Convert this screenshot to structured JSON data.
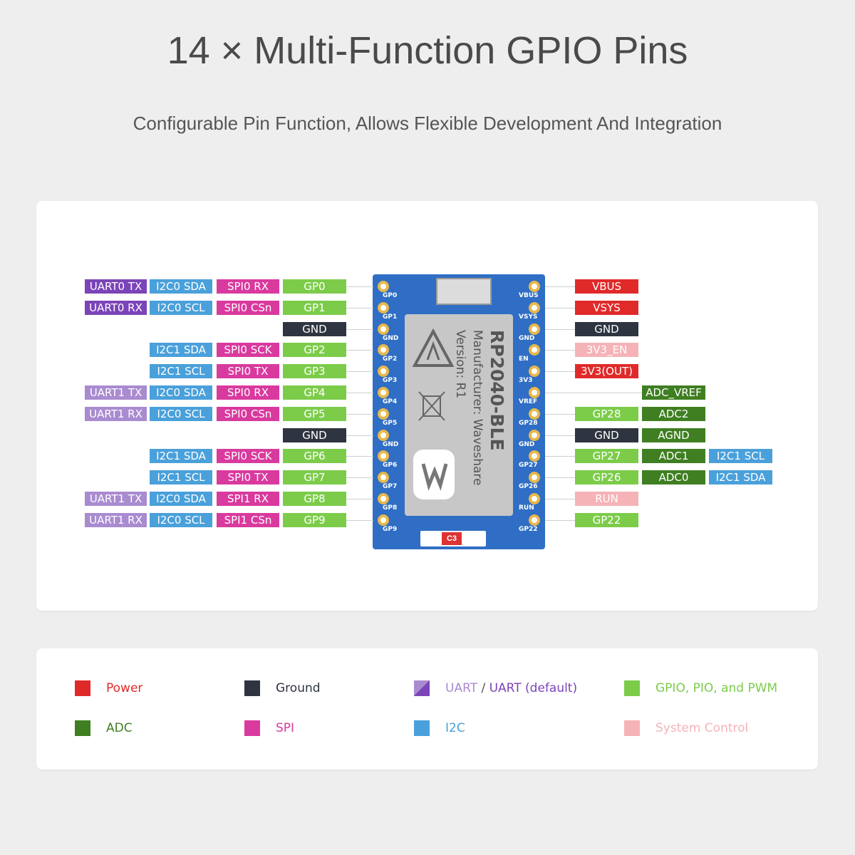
{
  "headline": "14 × Multi-Function GPIO Pins",
  "subline": "Configurable Pin Function, Allows Flexible Development And Integration",
  "colors": {
    "power": "#e02a2a",
    "ground": "#2e3440",
    "uart": "#7b44b8",
    "uart_default": "#a98bd0",
    "gpio": "#7ccc4a",
    "adc": "#3f7f22",
    "spi": "#d93a9e",
    "i2c": "#4aa0da",
    "system": "#f5b3b8"
  },
  "left_pins": [
    {
      "uart": "UART0 TX",
      "i2c": "I2C0 SDA",
      "spi": "SPI0 RX",
      "gpio": "GP0"
    },
    {
      "uart": "UART0 RX",
      "i2c": "I2C0 SCL",
      "spi": "SPI0 CSn",
      "gpio": "GP1"
    },
    {
      "gpio": "GND"
    },
    {
      "i2c": "I2C1 SDA",
      "spi": "SPI0 SCK",
      "gpio": "GP2"
    },
    {
      "i2c": "I2C1 SCL",
      "spi": "SPI0 TX",
      "gpio": "GP3"
    },
    {
      "uart": "UART1 TX",
      "i2c": "I2C0 SDA",
      "spi": "SPI0 RX",
      "gpio": "GP4"
    },
    {
      "uart": "UART1 RX",
      "i2c": "I2C0 SCL",
      "spi": "SPI0 CSn",
      "gpio": "GP5"
    },
    {
      "gpio": "GND"
    },
    {
      "i2c": "I2C1 SDA",
      "spi": "SPI0 SCK",
      "gpio": "GP6"
    },
    {
      "i2c": "I2C1 SCL",
      "spi": "SPI0 TX",
      "gpio": "GP7"
    },
    {
      "uart": "UART1 TX",
      "i2c": "I2C0 SDA",
      "spi": "SPI1 RX",
      "gpio": "GP8"
    },
    {
      "uart": "UART1 RX",
      "i2c": "I2C0 SCL",
      "spi": "SPI1 CSn",
      "gpio": "GP9"
    }
  ],
  "right_pins": [
    {
      "main": "VBUS",
      "kind": "power"
    },
    {
      "main": "VSYS",
      "kind": "power"
    },
    {
      "main": "GND",
      "kind": "ground"
    },
    {
      "main": "3V3_EN",
      "kind": "system"
    },
    {
      "main": "3V3(OUT)",
      "kind": "power"
    },
    {
      "adc": "ADC_VREF"
    },
    {
      "main": "GP28",
      "kind": "gpio",
      "adc": "ADC2"
    },
    {
      "main": "GND",
      "kind": "ground",
      "adc": "AGND"
    },
    {
      "main": "GP27",
      "kind": "gpio",
      "adc": "ADC1",
      "i2c": "I2C1 SCL"
    },
    {
      "main": "GP26",
      "kind": "gpio",
      "adc": "ADC0",
      "i2c": "I2C1 SDA"
    },
    {
      "main": "RUN",
      "kind": "system"
    },
    {
      "main": "GP22",
      "kind": "gpio"
    }
  ],
  "board": {
    "name": "RP2040-BLE",
    "manufacturer": "Manufacturer: Waveshare",
    "version": "Version: R1",
    "cap": "C3",
    "left_silk": [
      "GP0",
      "GP1",
      "GND",
      "GP2",
      "GP3",
      "GP4",
      "GP5",
      "GND",
      "GP6",
      "GP7",
      "GP8",
      "GP9"
    ],
    "right_silk": [
      "VBUS",
      "VSYS",
      "GND",
      "EN",
      "3V3",
      "VREF",
      "GP28",
      "GND",
      "GP27",
      "GP26",
      "RUN",
      "GP22"
    ]
  },
  "legend": [
    {
      "label": "Power",
      "color": "#e02a2a",
      "text_color": "#e02a2a"
    },
    {
      "label": "Ground",
      "color": "#2e3440",
      "text_color": "#2e3440"
    },
    {
      "label": "UART",
      "label2": " / ",
      "label3": "UART (default)",
      "color": "#7b44b8",
      "color2": "#a98bd0",
      "text_color": "#a98bd0"
    },
    {
      "label": "GPIO, PIO, and PWM",
      "color": "#7ccc4a",
      "text_color": "#7ccc4a"
    },
    {
      "label": "ADC",
      "color": "#3f7f22",
      "text_color": "#3f7f22"
    },
    {
      "label": "SPI",
      "color": "#d93a9e",
      "text_color": "#d93a9e"
    },
    {
      "label": "I2C",
      "color": "#4aa0da",
      "text_color": "#4aa0da"
    },
    {
      "label": "System Control",
      "color": "#f5b3b8",
      "text_color": "#f5b3b8"
    }
  ]
}
